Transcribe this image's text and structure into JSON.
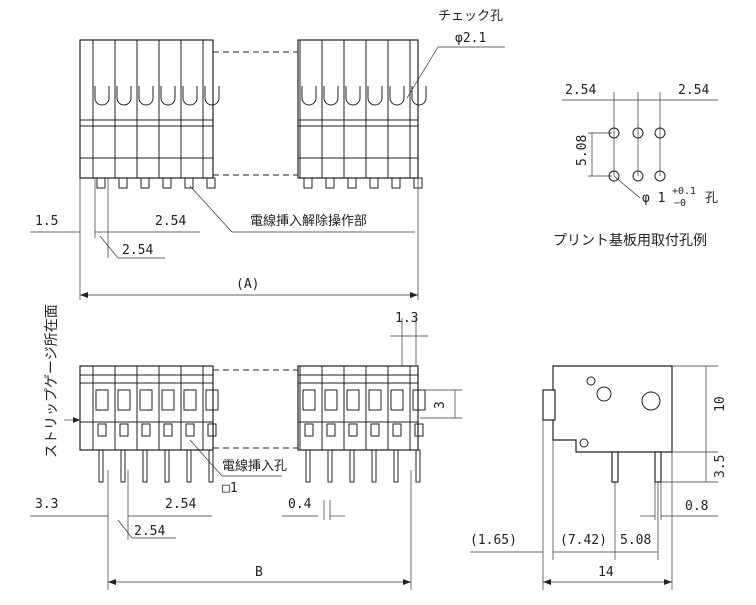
{
  "labels": {
    "check_hole": "チェック孔",
    "check_hole_dia": "φ2.1",
    "wire_release": "電線挿入解除操作部",
    "strip_gauge": "ストリップゲージ所在面",
    "wire_hole": "電線挿入孔",
    "wire_hole_size": "□1",
    "pcb_title": "プリント基板用取付孔例",
    "pcb_hole_dia": "φ 1",
    "pcb_tol_plus": "+0.1",
    "pcb_tol_minus": "−0",
    "pcb_hole_suffix": "孔"
  },
  "dims": {
    "top_1_5": "1.5",
    "top_2_54_a": "2.54",
    "top_2_54_b": "2.54",
    "dim_A": "(A)",
    "pcb_2_54_a": "2.54",
    "pcb_2_54_b": "2.54",
    "pcb_5_08": "5.08",
    "front_1_3": "1.3",
    "front_3": "3",
    "front_3_3": "3.3",
    "front_2_54_a": "2.54",
    "front_0_4": "0.4",
    "front_2_54_b": "2.54",
    "dim_B": "B",
    "side_10": "10",
    "side_3_5": "3.5",
    "side_0_8": "0.8",
    "side_1_65": "(1.65)",
    "side_7_42": "(7.42)",
    "side_5_08": "5.08",
    "side_14": "14"
  }
}
